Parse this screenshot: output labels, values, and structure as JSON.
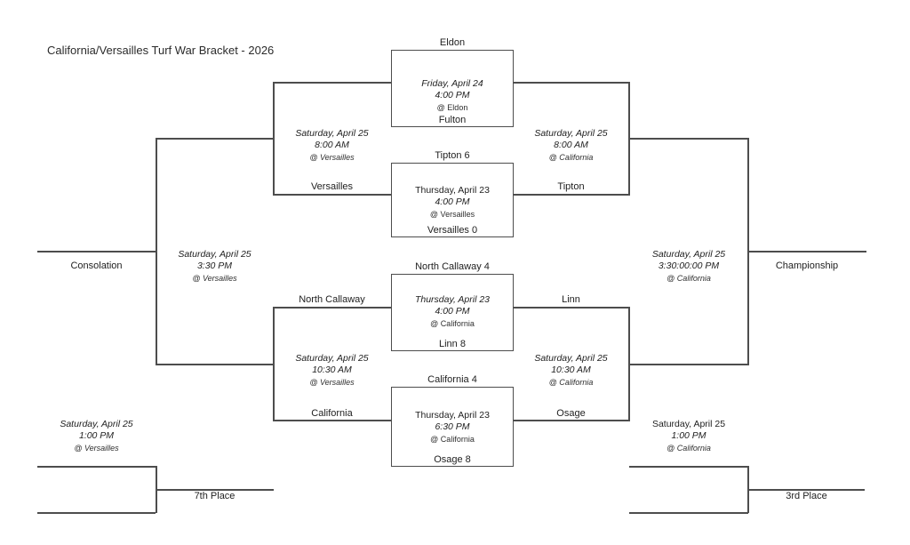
{
  "title": "California/Versailles Turf War Bracket - 2026",
  "games": {
    "g1": {
      "top_team": "Eldon",
      "bottom_team": "Fulton",
      "date": "Friday, April 24",
      "time": "4:00 PM",
      "venue": "@ Eldon"
    },
    "g2": {
      "top_team": "Tipton 6",
      "bottom_team": "Versailles 0",
      "date": "Thursday, April 23",
      "time": "4:00 PM",
      "venue": "@ Versailles"
    },
    "g3": {
      "top_team": "North Callaway 4",
      "bottom_team": "Linn 8",
      "date": "Thursday, April 23",
      "time": "4:00 PM",
      "venue": "@ California"
    },
    "g4": {
      "top_team": "California 4",
      "bottom_team": "Osage 8",
      "date": "Thursday, April 23",
      "time": "6:30 PM",
      "venue": "@ California"
    }
  },
  "consolation_semis": {
    "upper": {
      "date": "Saturday, April 25",
      "time": "8:00 AM",
      "venue": "@ Versailles",
      "bottom_team": "Versailles"
    },
    "lower": {
      "date": "Saturday, April 25",
      "time": "10:30 AM",
      "venue": "@ Versailles",
      "top_team": "North Callaway",
      "bottom_team": "California"
    }
  },
  "winners_semis": {
    "upper": {
      "date": "Saturday, April 25",
      "time": "8:00 AM",
      "venue": "@ California",
      "bottom_team": "Tipton"
    },
    "lower": {
      "date": "Saturday, April 25",
      "time": "10:30 AM",
      "venue": "@ California",
      "top_team": "Linn",
      "bottom_team": "Osage"
    }
  },
  "finals": {
    "consolation": {
      "label": "Consolation",
      "date": "Saturday, April 25",
      "time": "3:30 PM",
      "venue": "@ Versailles"
    },
    "championship": {
      "label": "Championship",
      "date": "Saturday, April 25",
      "time": "3:30:00:00 PM",
      "venue": "@ California"
    },
    "seventh": {
      "label": "7th Place",
      "date": "Saturday, April 25",
      "time": "1:00 PM",
      "venue": "@ Versailles"
    },
    "third": {
      "label": "3rd Place",
      "date": "Saturday, April 25",
      "time": "1:00 PM",
      "venue": "@ California"
    }
  },
  "colors": {
    "line": "#4d4d4d",
    "text": "#212121",
    "background": "#ffffff"
  }
}
